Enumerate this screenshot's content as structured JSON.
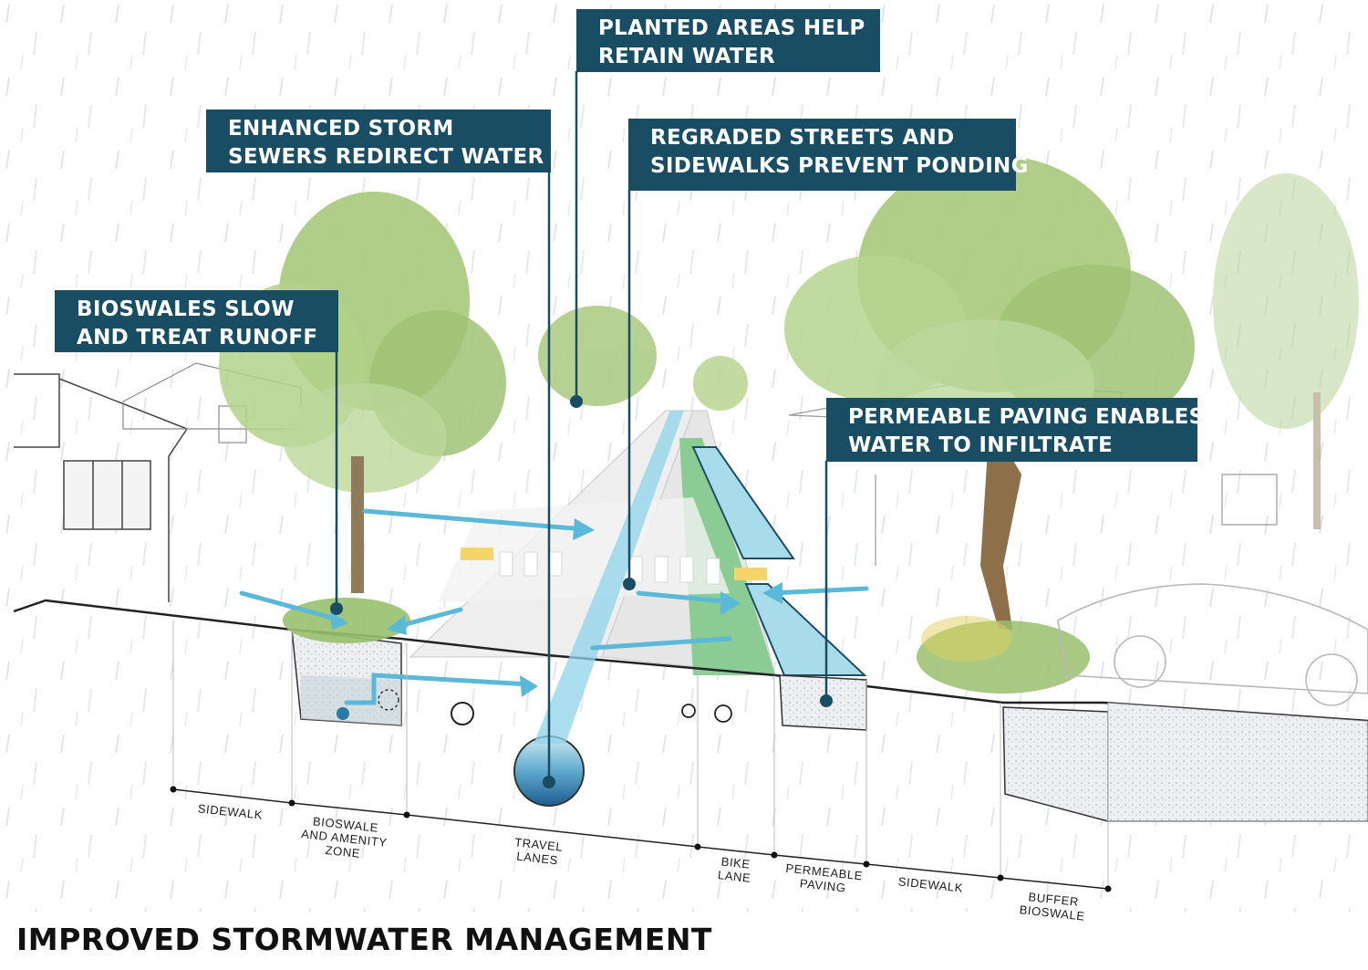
{
  "title": "IMPROVED STORMWATER MANAGEMENT",
  "callouts": {
    "planted": [
      "PLANTED AREAS HELP",
      "RETAIN WATER"
    ],
    "sewers": [
      "ENHANCED STORM",
      "SEWERS REDIRECT WATER"
    ],
    "regraded": [
      "REGRADED STREETS AND",
      "SIDEWALKS PREVENT PONDING"
    ],
    "bioswales": [
      "BIOSWALES SLOW",
      "AND TREAT RUNOFF"
    ],
    "permeable": [
      "PERMEABLE PAVING ENABLES",
      "WATER TO INFILTRATE"
    ]
  },
  "zones": {
    "sidewalk_left": [
      "SIDEWALK"
    ],
    "bioswale_amenity": [
      "BIOSWALE",
      "AND AMENITY",
      "ZONE"
    ],
    "travel_lanes": [
      "TRAVEL",
      "LANES"
    ],
    "bike_lane": [
      "BIKE",
      "LANE"
    ],
    "permeable_paving": [
      "PERMEABLE",
      "PAVING"
    ],
    "sidewalk_right": [
      "SIDEWALK"
    ],
    "buffer_bioswale": [
      "BUFFER",
      "BIOSWALE"
    ]
  },
  "colors": {
    "callout_bg": "#184d63",
    "water": "#8fd3e8",
    "water_dark": "#2a95bd",
    "tree_green": "#a6c77a",
    "bike_lane_green": "#7fc98a",
    "leader_line": "#184d63"
  }
}
